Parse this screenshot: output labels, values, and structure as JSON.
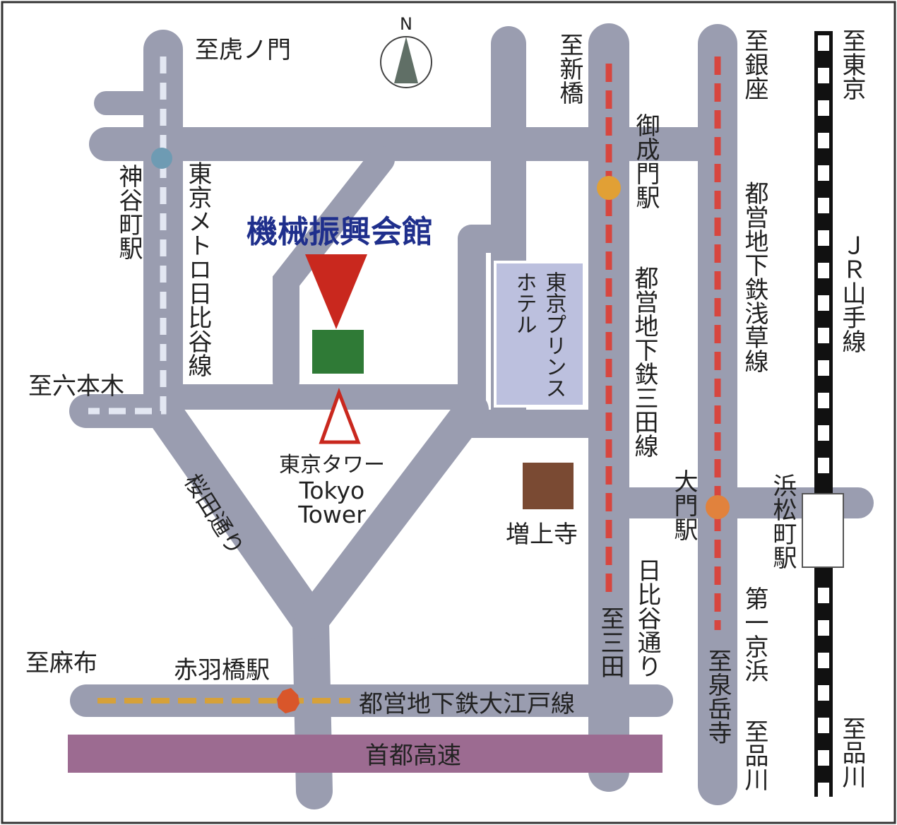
{
  "north_label": "N",
  "destination": {
    "name": "機械振興会館",
    "marker_color": "#c9281e",
    "building_color": "#2f7a36"
  },
  "directions": {
    "toranomon": "至虎ノ門",
    "shinbashi": "至新橋",
    "ginza": "至銀座",
    "tokyo": "至東京",
    "roppongi": "至六本木",
    "azabu": "至麻布",
    "mita": "至三田",
    "sengakuji": "至泉岳寺",
    "shinagawa_1": "至品川",
    "shinagawa_2": "至品川"
  },
  "stations": {
    "kamiyacho": "神谷町駅",
    "onarimon": "御成門駅",
    "daimon": "大門駅",
    "hamamatsucho": "浜松町駅",
    "akabanebashi": "赤羽橋駅"
  },
  "lines": {
    "hibiya_line": "東京メトロ日比谷線",
    "mita_line": "都営地下鉄三田線",
    "asakusa_line": "都営地下鉄浅草線",
    "yamanote_line": "ＪＲ山手線",
    "oedo_line": "都営地下鉄大江戸線"
  },
  "roads": {
    "sakurada_dori": "桜田通り",
    "hibiya_dori": "日比谷通り",
    "daiichi_keihin": "第一京浜",
    "expressway": "首都高速"
  },
  "landmarks": {
    "tokyo_tower_ja": "東京タワー",
    "tokyo_tower_en_1": "Tokyo",
    "tokyo_tower_en_2": "Tower",
    "prince_hotel_1": "東京プリンス",
    "prince_hotel_2": "ホテル",
    "zojoji": "増上寺"
  },
  "colors": {
    "road": "#9a9db0",
    "subway_red": "#d7463f",
    "oedo_yellow": "#d6a13a",
    "station_orange": "#e1823d",
    "station_kamiyacho": "#6e9bb3",
    "hotel": "#bcc0de",
    "zojoji": "#7a4a33",
    "expressway": "#9c6b91"
  }
}
